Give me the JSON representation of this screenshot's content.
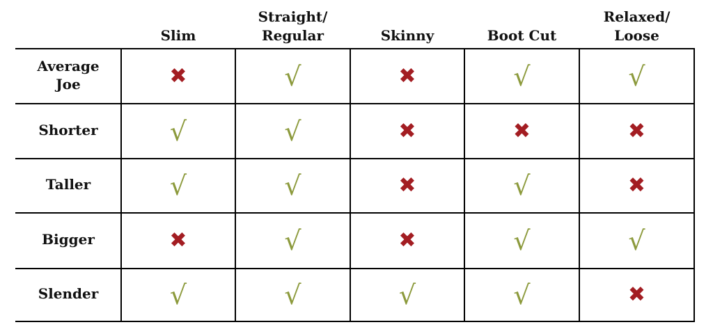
{
  "table": {
    "columns": [
      "Slim",
      "Straight/\nRegular",
      "Skinny",
      "Boot Cut",
      "Relaxed/\nLoose"
    ],
    "rows": [
      {
        "label": "Average\nJoe",
        "values": [
          "x",
          "check",
          "x",
          "check",
          "check"
        ]
      },
      {
        "label": "Shorter",
        "values": [
          "check",
          "check",
          "x",
          "x",
          "x"
        ]
      },
      {
        "label": "Taller",
        "values": [
          "check",
          "check",
          "x",
          "check",
          "x"
        ]
      },
      {
        "label": "Bigger",
        "values": [
          "x",
          "check",
          "x",
          "check",
          "check"
        ]
      },
      {
        "label": "Slender",
        "values": [
          "check",
          "check",
          "check",
          "check",
          "x"
        ]
      }
    ],
    "symbols": {
      "check": "√",
      "x": "✖"
    },
    "colors": {
      "check": "#8c9a3c",
      "x": "#a31d22",
      "grid": "#000000"
    }
  }
}
